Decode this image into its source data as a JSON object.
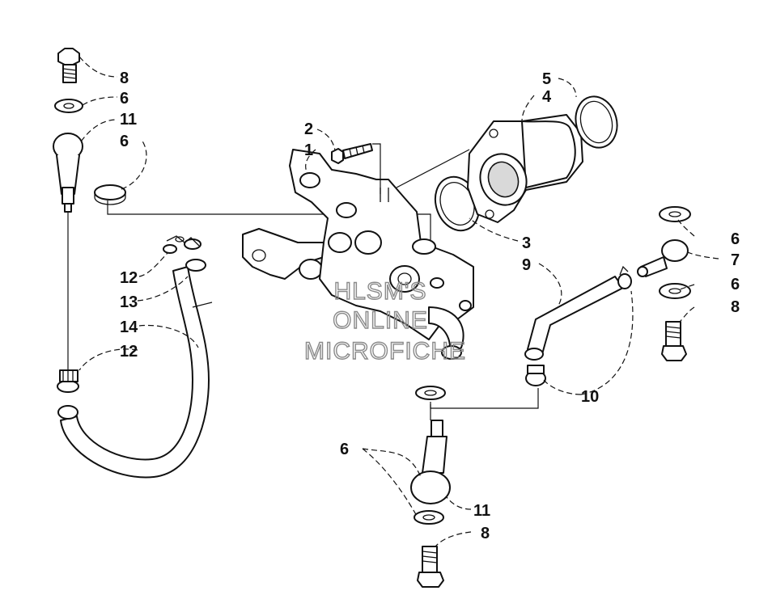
{
  "watermark": {
    "line1": "HLSM'S",
    "line2": "ONLINE",
    "line3": "MICROFICHE"
  },
  "callouts": {
    "c1": "1",
    "c2": "2",
    "c3": "3",
    "c4": "4",
    "c5": "5",
    "c6_top": "6",
    "c6_left": "6",
    "c6_right_top": "6",
    "c6_right_mid": "6",
    "c6_bottom": "6",
    "c7": "7",
    "c8_top": "8",
    "c8_right": "8",
    "c8_bottom": "8",
    "c9": "9",
    "c10": "10",
    "c11_top": "11",
    "c11_bottom": "11",
    "c12_top": "12",
    "c12_bottom": "12",
    "c13": "13",
    "c14": "14"
  }
}
